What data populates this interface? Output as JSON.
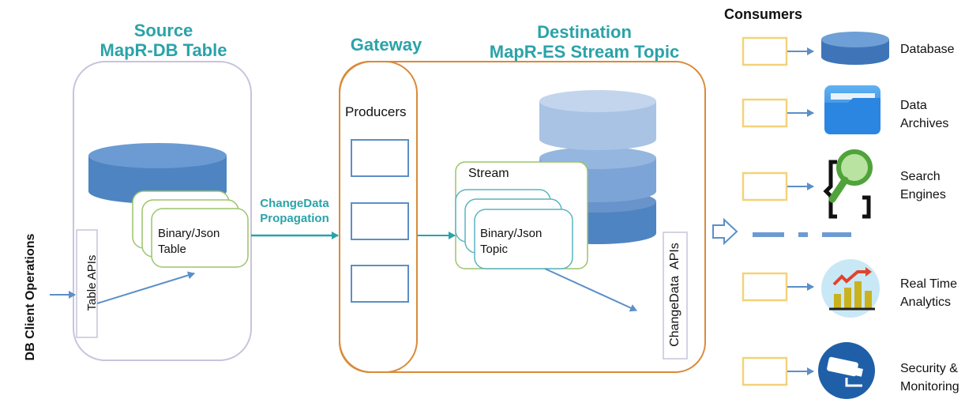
{
  "source": {
    "title_line1": "Source",
    "title_line2": "MapR-DB Table",
    "table_label_line1": "Binary/Json",
    "table_label_line2": "Table",
    "table_apis": "Table APIs"
  },
  "client": {
    "label": "DB Client Operations"
  },
  "propagation": {
    "line1": "ChangeData",
    "line2": "Propagation"
  },
  "gateway": {
    "title": "Gateway",
    "producers": "Producers"
  },
  "destination": {
    "title_line1": "Destination",
    "title_line2": "MapR-ES Stream Topic",
    "stream": "Stream",
    "topic_line1": "Binary/Json",
    "topic_line2": "Topic",
    "changedata_apis": "ChangeData  APIs"
  },
  "consumers": {
    "title": "Consumers",
    "items": [
      {
        "line1": "Database",
        "line2": "",
        "icon": "database-icon"
      },
      {
        "line1": "Data",
        "line2": "Archives",
        "icon": "folder-icon"
      },
      {
        "line1": "Search",
        "line2": "Engines",
        "icon": "magnifier-icon"
      },
      {
        "line1": "Real Time",
        "line2": "Analytics",
        "icon": "chart-icon"
      },
      {
        "line1": "Security &",
        "line2": "Monitoring",
        "icon": "camera-icon"
      }
    ]
  },
  "colors": {
    "teal": "#2aa3a9",
    "arrow": "#5b8fc7",
    "producer_box": "#5b8fc7",
    "consumer_box": "#f3d27a",
    "gateway_border": "#d98a3a",
    "source_border": "#c9c3dc",
    "table_card": "#9cc46a",
    "db_blue": "#5b8fc7"
  }
}
